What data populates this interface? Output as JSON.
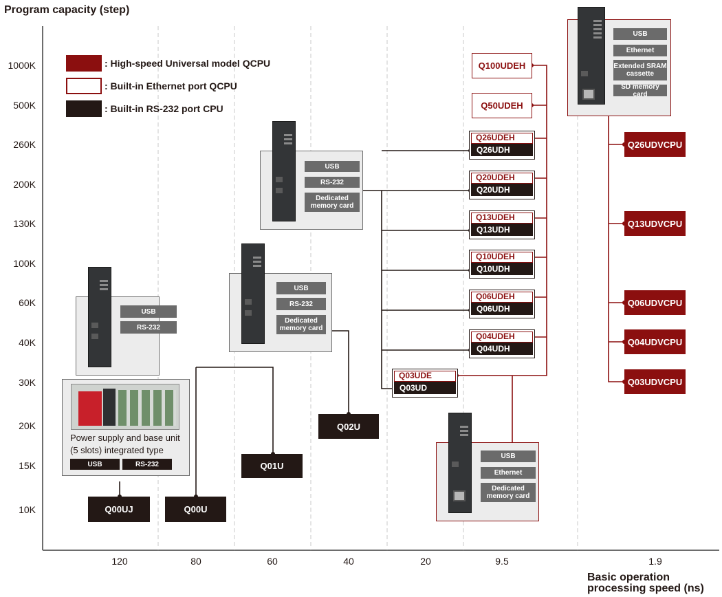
{
  "title": "Program capacity (step)",
  "x_axis_label_line1": "Basic operation",
  "x_axis_label_line2": "processing speed (ns)",
  "y_ticks": [
    "1000K",
    "500K",
    "260K",
    "200K",
    "130K",
    "100K",
    "60K",
    "40K",
    "30K",
    "20K",
    "15K",
    "10K"
  ],
  "x_ticks": [
    "120",
    "80",
    "60",
    "40",
    "20",
    "9.5",
    "1.9"
  ],
  "legend": [
    {
      "style": "red",
      "label": ": High-speed Universal model QCPU"
    },
    {
      "style": "outline",
      "label": ": Built-in Ethernet port QCPU"
    },
    {
      "style": "dark",
      "label": ": Built-in RS-232 port CPU"
    }
  ],
  "models": {
    "q00uj": "Q00UJ",
    "q00u": "Q00U",
    "q01u": "Q01U",
    "q02u": "Q02U",
    "q03ude": "Q03UDE",
    "q03ud": "Q03UD",
    "q04udeh": "Q04UDEH",
    "q04udh": "Q04UDH",
    "q06udeh": "Q06UDEH",
    "q06udh": "Q06UDH",
    "q10udeh": "Q10UDEH",
    "q10udh": "Q10UDH",
    "q13udeh": "Q13UDEH",
    "q13udh": "Q13UDH",
    "q20udeh": "Q20UDEH",
    "q20udh": "Q20UDH",
    "q26udeh": "Q26UDEH",
    "q26udh": "Q26UDH",
    "q50udeh": "Q50UDEH",
    "q100udeh": "Q100UDEH",
    "q03udvcpu": "Q03UDVCPU",
    "q04udvcpu": "Q04UDVCPU",
    "q06udvcpu": "Q06UDVCPU",
    "q13udvcpu": "Q13UDVCPU",
    "q26udvcpu": "Q26UDVCPU"
  },
  "panels": {
    "q00uj": {
      "caption_line1": "Power supply and base unit",
      "caption_line2": "(5 slots) integrated type",
      "features": [
        "USB",
        "RS-232"
      ]
    },
    "q00u": {
      "features": [
        "USB",
        "RS-232"
      ]
    },
    "q02u": {
      "features": [
        "USB",
        "RS-232",
        "Dedicated memory card"
      ]
    },
    "q13udh": {
      "features": [
        "USB",
        "RS-232",
        "Dedicated memory card"
      ]
    },
    "q03ude": {
      "features": [
        "USB",
        "Ethernet",
        "Dedicated memory card"
      ]
    },
    "udv": {
      "features": [
        "USB",
        "Ethernet",
        "Extended SRAM cassette",
        "SD memory card"
      ]
    }
  },
  "colors": {
    "red": "#8b0f0f",
    "dark": "#231815",
    "panel": "#ececec",
    "feature": "#6b6b6b",
    "grid": "#c8c8c8"
  }
}
